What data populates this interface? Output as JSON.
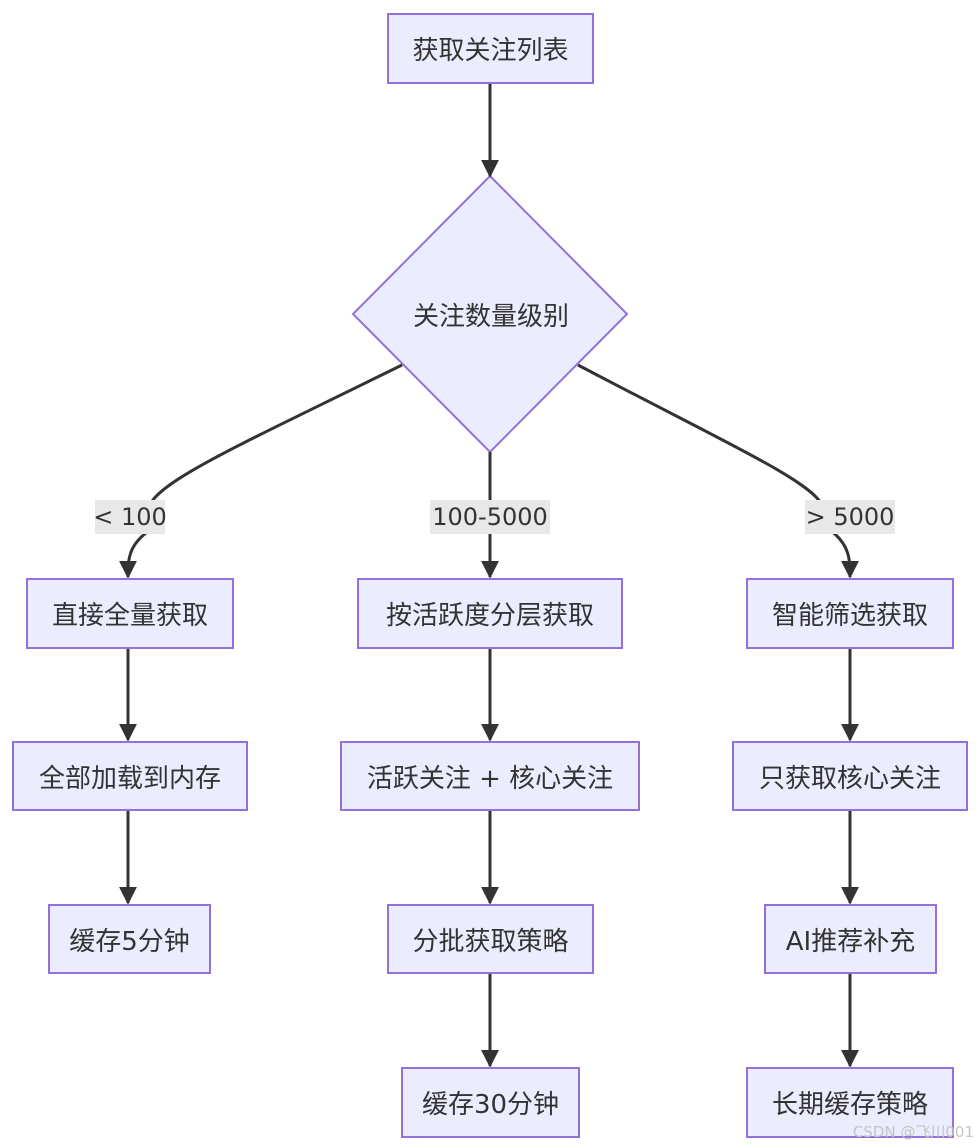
{
  "diagram": {
    "nodes": {
      "get_follow_list": "获取关注列表",
      "follow_count_level": "关注数量级别",
      "direct_full_fetch": "直接全量获取",
      "load_all_memory": "全部加载到内存",
      "cache_5min": "缓存5分钟",
      "tiered_by_activity": "按活跃度分层获取",
      "active_plus_core": "活跃关注 + 核心关注",
      "batch_fetch": "分批获取策略",
      "cache_30min": "缓存30分钟",
      "smart_filter": "智能筛选获取",
      "core_only": "只获取核心关注",
      "ai_recommend": "AI推荐补充",
      "long_cache": "长期缓存策略"
    },
    "edge_labels": {
      "small": "< 100",
      "medium": "100-5000",
      "large": "> 5000"
    },
    "colors": {
      "node_fill": "#ececff",
      "node_border": "#9370db",
      "edge": "#333333",
      "label_bg": "#e8e8e8"
    }
  },
  "watermark": "CSDN @飞川001"
}
